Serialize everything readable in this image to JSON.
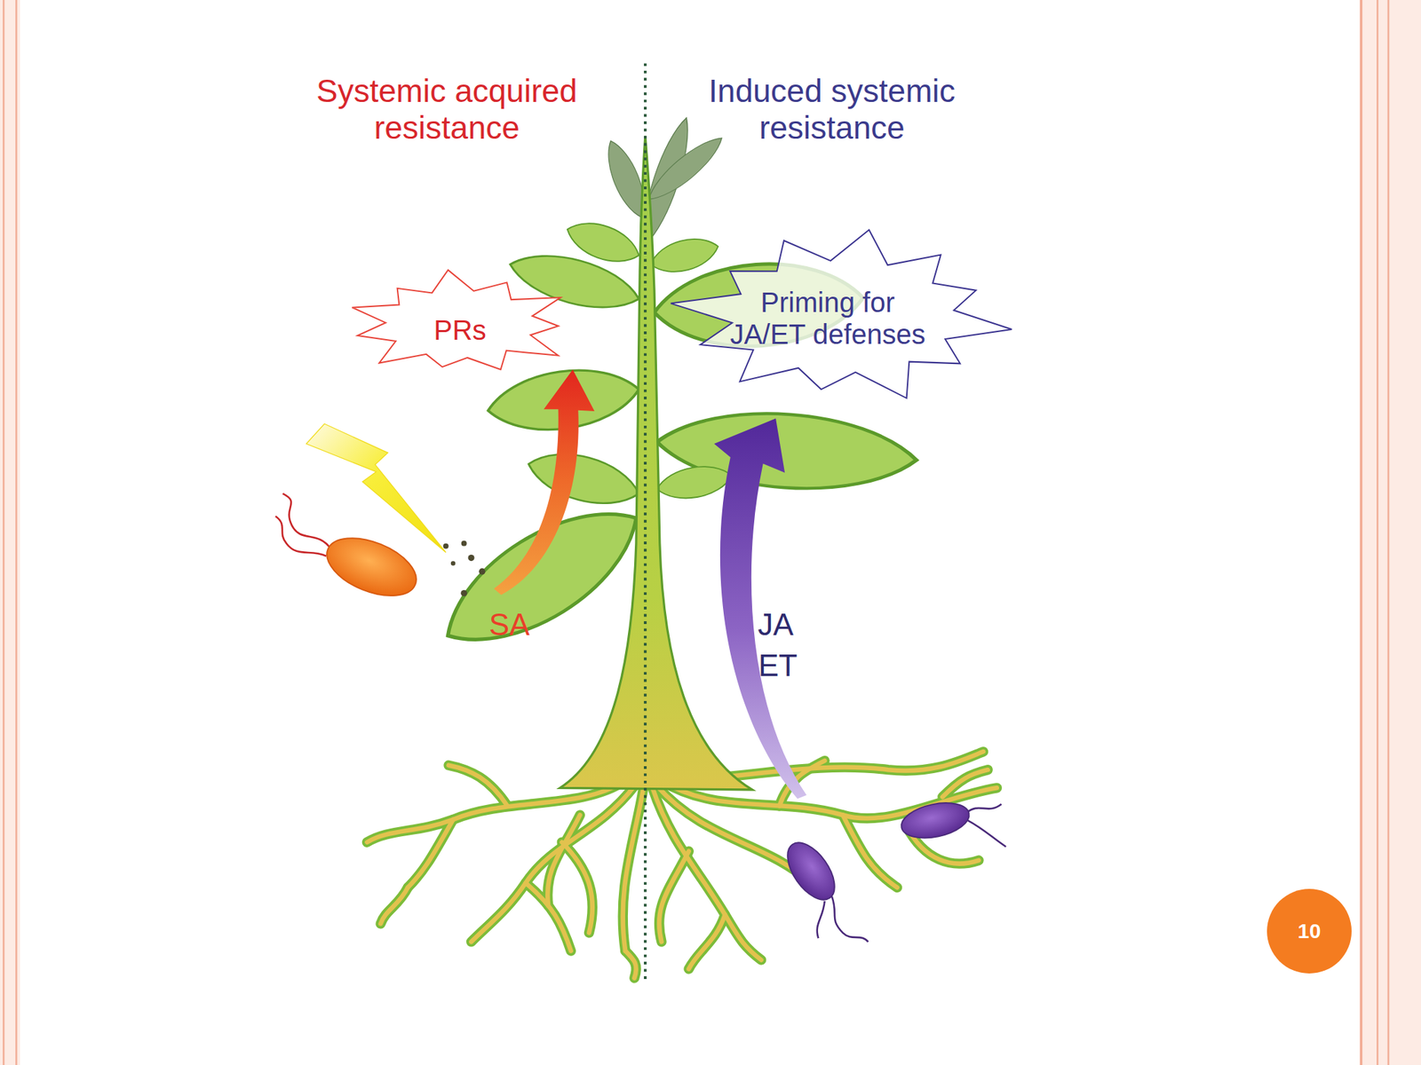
{
  "diagram": {
    "nodes": [
      {
        "text": [
          "PRs"
        ]
      },
      {
        "text": [
          "Priming for JA/ET defenses"
        ]
      },
      {
        "text": [
          "10"
        ]
      }
    ],
    "labels": [
      "Systemic acquired resistance",
      "Induced systemic resistance",
      "SA",
      "JA",
      "ET"
    ]
  }
}
